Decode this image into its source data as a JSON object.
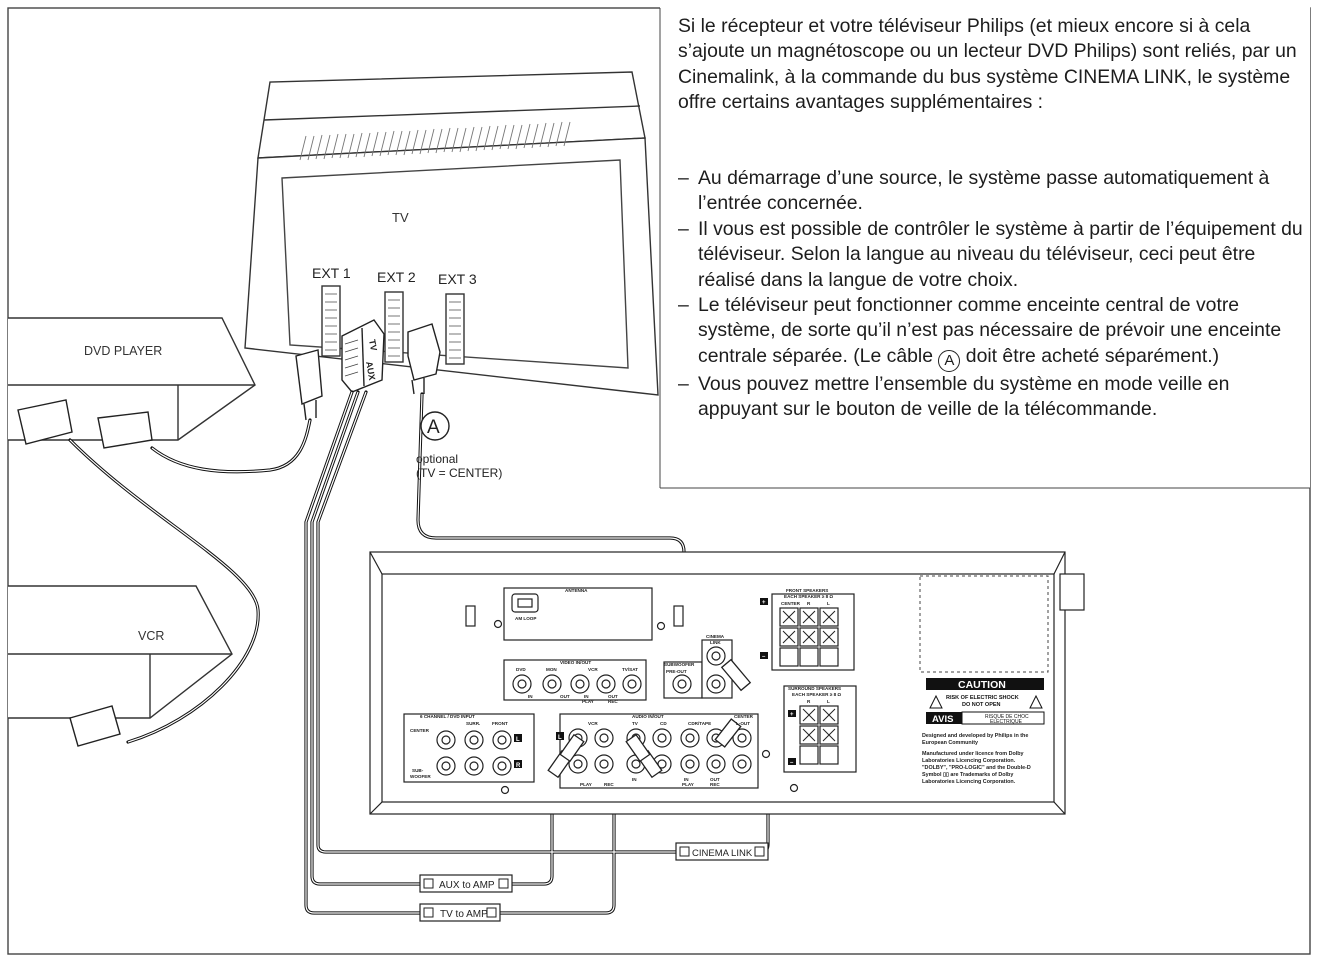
{
  "devices": {
    "tv": "TV",
    "dvd": "DVD PLAYER",
    "vcr": "VCR"
  },
  "tv_ports": {
    "ext1": "EXT 1",
    "ext2": "EXT 2",
    "ext3": "EXT 3",
    "scart_tv": "TV",
    "scart_aux": "AUX"
  },
  "cable_a": {
    "marker": "A",
    "optional": "optional",
    "tv_center": "(TV = CENTER)"
  },
  "cable_tags": {
    "aux_to_amp": "AUX to AMP",
    "tv_to_amp": "TV to AMP",
    "cinema_link": "CINEMA LINK"
  },
  "receiver": {
    "antenna": "ANTENNA",
    "am_loop": "AM LOOP",
    "video_in_out": "VIDEO IN/OUT",
    "dvd": "DVD",
    "mon": "MON",
    "vcr": "VCR",
    "tv_sat": "TV/SAT",
    "in": "IN",
    "out": "OUT",
    "in_play": "IN",
    "play": "PLAY",
    "out_rec": "OUT",
    "rec": "REC",
    "subwoofer": "SUBWOOFER",
    "pre_out": "PRE-OUT",
    "cinema": "CINEMA",
    "link": "LINK",
    "six_channel": "6 CHANNEL / DVD INPUT",
    "surr": "SURR.",
    "front": "FRONT",
    "center": "CENTER",
    "sub_woofer_1": "SUB-",
    "sub_woofer_2": "WOOFER",
    "audio_in_out": "AUDIO IN/OUT",
    "tv": "TV",
    "cd": "CD",
    "cdr_tape": "CDR/TAPE",
    "center_out": "CENTER",
    "l_out": "L-OUT",
    "front_speakers": "FRONT SPEAKERS",
    "each_speaker": "EACH SPEAKER ≥ 8 Ω",
    "surround_speakers": "SURROUND SPEAKERS",
    "spk_center": "CENTER",
    "spk_r": "R",
    "spk_l": "L",
    "plus": "+",
    "minus": "–",
    "l": "L",
    "r": "R"
  },
  "caution": {
    "title": "CAUTION",
    "line1": "RISK OF ELECTRIC SHOCK",
    "line2": "DO NOT OPEN",
    "avis": "AVIS",
    "avis1": "RISQUE DE CHOC",
    "avis2": "ELECTRIQUE",
    "designed1": "Designed and developed by Philips in the",
    "designed2": "European Community",
    "lic1": "Manufactured under licence from Dolby",
    "lic2": "Laboratories Licencing Corporation.",
    "lic3": "\"DOLBY\", \"PRO-LOGIC\" and the Double-D",
    "lic4": "Symbol ▯▯ are Trademarks of Dolby",
    "lic5": "Laboratories Licencing Corporation."
  },
  "text": {
    "intro": "Si le récepteur et votre téléviseur Philips (et mieux encore si à cela s’ajoute un magnétoscope ou un lecteur DVD Philips) sont reliés, par un Cinemalink, à la commande du bus système CINEMA LINK, le système offre certains avantages supplémentaires :",
    "bullet1": "Au démarrage d’une source, le système passe automatiquement à l’entrée concernée.",
    "bullet2": "Il vous est possible de contrôler le système à partir de l’équipement du téléviseur. Selon la langue au niveau du téléviseur, ceci peut être réalisé dans la langue de votre choix.",
    "bullet3a": "Le téléviseur peut fonctionner comme enceinte central de votre système, de sorte qu’il n’est pas nécessaire de prévoir une enceinte centrale séparée. (Le câble",
    "bullet3_marker": "A",
    "bullet3b": "doit être acheté séparément.)",
    "bullet4": "Vous pouvez mettre l’ensemble du système en mode veille en appuyant sur le bouton de veille de la télécommande."
  }
}
